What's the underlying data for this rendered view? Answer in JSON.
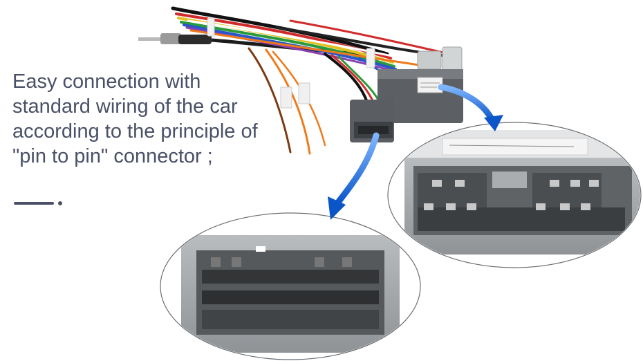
{
  "headline": {
    "lines": [
      "Easy connection with",
      "standard wiring of the car",
      "according to the principle of",
      "\"pin to pin\" connector ;"
    ]
  },
  "colors": {
    "text": "#4a5067",
    "connector_gray": "#7f8387",
    "housing_gray": "#a7abad",
    "arrow_blue": "#1f6fd6"
  }
}
